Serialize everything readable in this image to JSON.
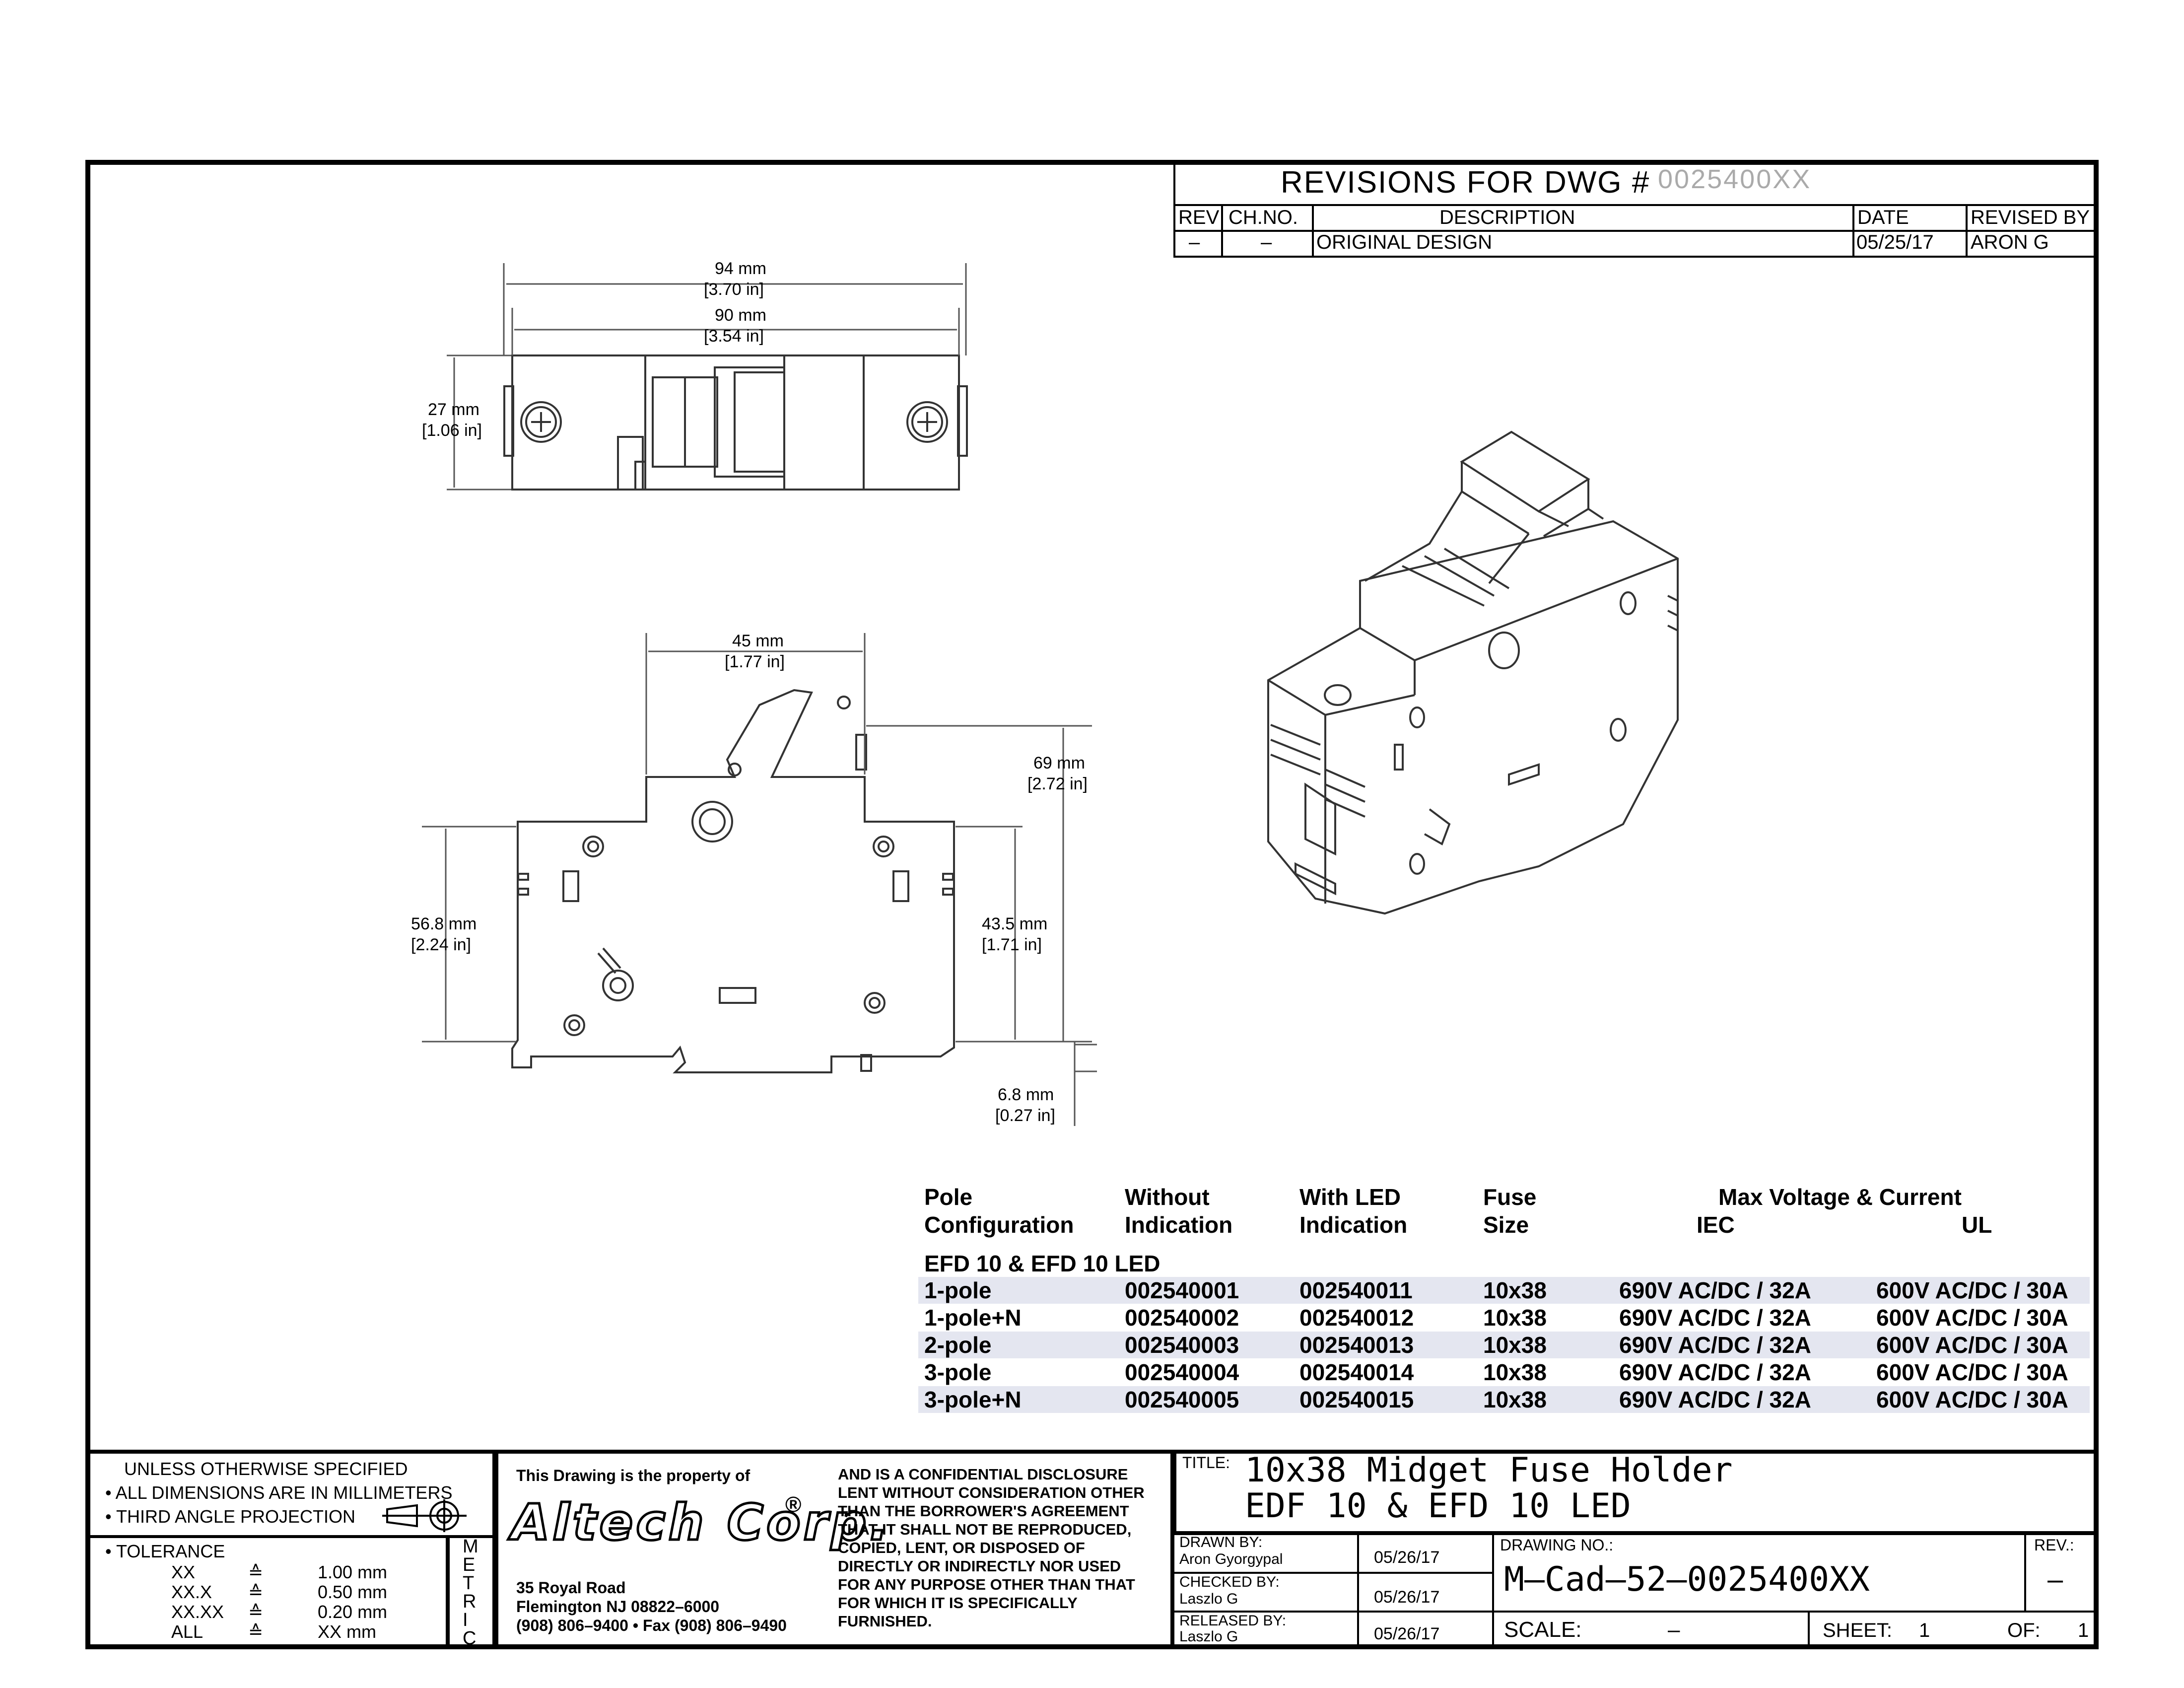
{
  "revisions": {
    "heading": "REVISIONS FOR DWG #",
    "dwg_number": "0025400XX",
    "columns": [
      "REV",
      "CH.NO.",
      "DESCRIPTION",
      "DATE",
      "REVISED BY"
    ],
    "rows": [
      {
        "rev": "–",
        "ch_no": "–",
        "description": "ORIGINAL DESIGN",
        "date": "05/25/17",
        "revised_by": "ARON G"
      }
    ]
  },
  "dimensions": {
    "top_overall_mm": "94 mm",
    "top_overall_in": "[3.70 in]",
    "top_inner_mm": "90 mm",
    "top_inner_in": "[3.54 in]",
    "top_height_mm": "27 mm",
    "top_height_in": "[1.06 in]",
    "side_width_mm": "45 mm",
    "side_width_in": "[1.77 in]",
    "side_top_mm": "69 mm",
    "side_top_in": "[2.72 in]",
    "side_left_mm": "56.8 mm",
    "side_left_in": "[2.24 in]",
    "side_right_mm": "43.5 mm",
    "side_right_in": "[1.71 in]",
    "side_bottom_mm": "6.8 mm",
    "side_bottom_in": "[0.27 in]"
  },
  "spec_table": {
    "headers": {
      "pole_1": "Pole",
      "pole_2": "Configuration",
      "without_1": "Without",
      "without_2": "Indication",
      "with_1": "With LED",
      "with_2": "Indication",
      "fuse_1": "Fuse",
      "fuse_2": "Size",
      "max": "Max Voltage & Current",
      "iec": "IEC",
      "ul": "UL"
    },
    "group": "EFD 10 & EFD 10 LED",
    "rows": [
      {
        "pole": "1-pole",
        "without": "002540001",
        "with_led": "002540011",
        "fuse": "10x38",
        "iec": "690V AC/DC / 32A",
        "ul": "600V AC/DC / 30A"
      },
      {
        "pole": "1-pole+N",
        "without": "002540002",
        "with_led": "002540012",
        "fuse": "10x38",
        "iec": "690V AC/DC / 32A",
        "ul": "600V AC/DC / 30A"
      },
      {
        "pole": "2-pole",
        "without": "002540003",
        "with_led": "002540013",
        "fuse": "10x38",
        "iec": "690V AC/DC / 32A",
        "ul": "600V AC/DC / 30A"
      },
      {
        "pole": "3-pole",
        "without": "002540004",
        "with_led": "002540014",
        "fuse": "10x38",
        "iec": "690V AC/DC / 32A",
        "ul": "600V AC/DC / 30A"
      },
      {
        "pole": "3-pole+N",
        "without": "002540005",
        "with_led": "002540015",
        "fuse": "10x38",
        "iec": "690V AC/DC / 32A",
        "ul": "600V AC/DC / 30A"
      }
    ],
    "shade_color": "#e4e6f0"
  },
  "title_block": {
    "unless": "UNLESS OTHERWISE SPECIFIED",
    "bullet_1": "• ALL DIMENSIONS ARE IN MILLIMETERS",
    "bullet_2": "• THIRD ANGLE PROJECTION",
    "tolerance": "• TOLERANCE",
    "tol_rows": [
      {
        "fmt": "XX",
        "sym": "≙",
        "val": "1.00 mm"
      },
      {
        "fmt": "XX.X",
        "sym": "≙",
        "val": "0.50 mm"
      },
      {
        "fmt": "XX.XX",
        "sym": "≙",
        "val": "0.20 mm"
      },
      {
        "fmt": "ALL",
        "sym": "≙",
        "val": "XX mm"
      }
    ],
    "metric": [
      "M",
      "E",
      "T",
      "R",
      "I",
      "C"
    ],
    "property_of": "This Drawing is the property of",
    "logo": "Altech Corp.",
    "logo_mark": "®",
    "address_1": "35 Royal Road",
    "address_2": "Flemington NJ 08822–6000",
    "address_3": "(908) 806–9400 • Fax (908) 806–9490",
    "disclosure": [
      "AND IS A CONFIDENTIAL DISCLOSURE",
      "LENT WITHOUT CONSIDERATION OTHER",
      "THAN THE BORROWER'S AGREEMENT",
      "THAT IT SHALL NOT BE REPRODUCED,",
      "COPIED, LENT, OR DISPOSED OF",
      "DIRECTLY OR INDIRECTLY NOR USED",
      "FOR ANY PURPOSE OTHER THAN THAT",
      "FOR WHICH IT IS SPECIFICALLY",
      "FURNISHED."
    ],
    "title_label": "TITLE:",
    "title_1": "10x38 Midget Fuse Holder",
    "title_2": "EDF 10 & EFD 10 LED",
    "drawn_by_label": "DRAWN BY:",
    "drawn_by": "Aron Gyorgypal",
    "drawn_date": "05/26/17",
    "checked_by_label": "CHECKED BY:",
    "checked_by": "Laszlo G",
    "checked_date": "05/26/17",
    "released_by_label": "RELEASED BY:",
    "released_by": "Laszlo G",
    "released_date": "05/26/17",
    "drawing_no_label": "DRAWING NO.:",
    "drawing_no": "M–Cad–52–0025400XX",
    "rev_label": "REV.:",
    "rev": "–",
    "scale_label": "SCALE:",
    "scale": "–",
    "sheet_label": "SHEET:",
    "sheet": "1",
    "of_label": "OF:",
    "of": "1"
  }
}
